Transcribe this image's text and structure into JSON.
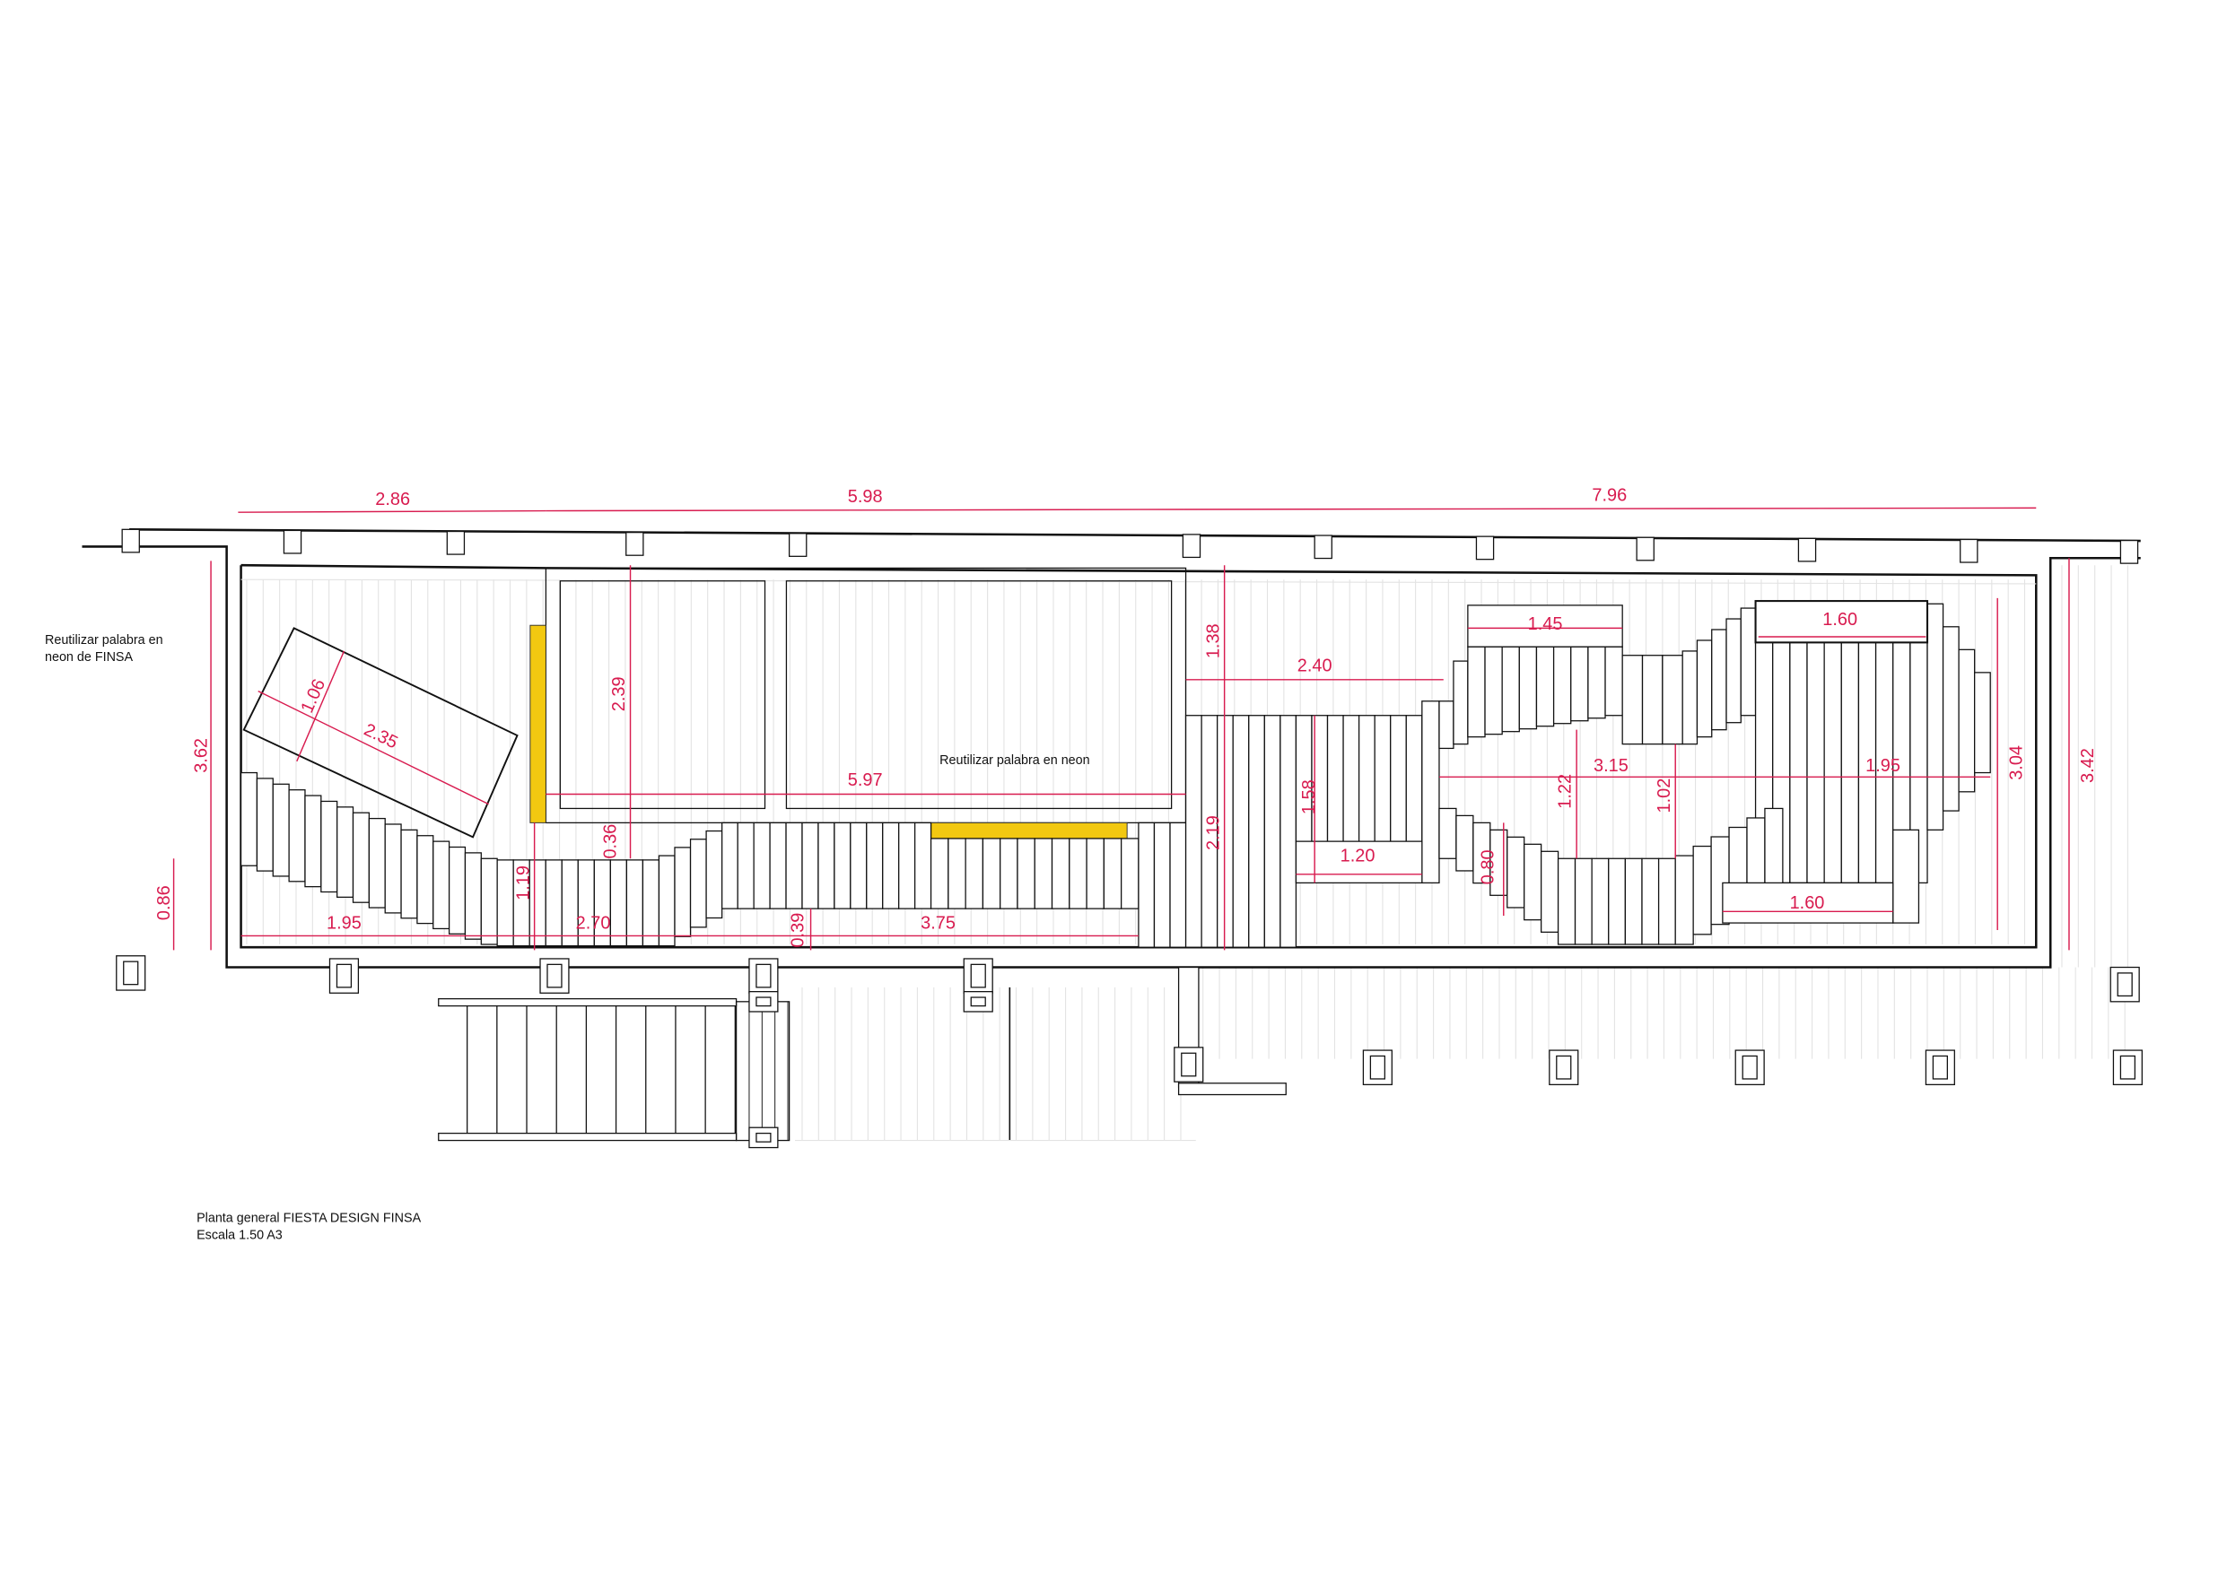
{
  "notes": {
    "neon_finsa_line1": "Reutilizar palabra en",
    "neon_finsa_line2": "neon  de FINSA",
    "neon_center": "Reutilizar palabra en neon",
    "title_line1": "Planta general FIESTA DESIGN FINSA",
    "title_line2": "Escala 1.50  A3"
  },
  "dimensions": {
    "top_left": "2.86",
    "top_middle": "5.98",
    "top_right": "7.96",
    "left_height": "3.62",
    "left_low": "0.86",
    "tilted_width": "1.06",
    "tilted_length": "2.35",
    "stage_depth": "2.39",
    "stage_gap": "0.36",
    "curve_depth": "1.19",
    "stage_width": "5.97",
    "bottom_a": "1.95",
    "bottom_b": "2.70",
    "bottom_c_height": "0.39",
    "bottom_d": "3.75",
    "right_gap": "1.38",
    "right_block_height": "2.19",
    "right_block_width": "2.40",
    "small_box_height": "1.58",
    "small_box_width": "1.20",
    "heart_top_left_box": "1.45",
    "heart_top_right_box": "1.60",
    "heart_width_left": "3.15",
    "heart_width_right": "1.95",
    "heart_inner_a": "1.22",
    "heart_inner_b": "1.02",
    "heart_lower_step": "0.80",
    "heart_bottom_box": "1.60",
    "heart_height": "3.04",
    "room_right_height": "3.42"
  },
  "colors": {
    "dimension": "#d81b4f",
    "neon_bar": "#f2c811"
  }
}
